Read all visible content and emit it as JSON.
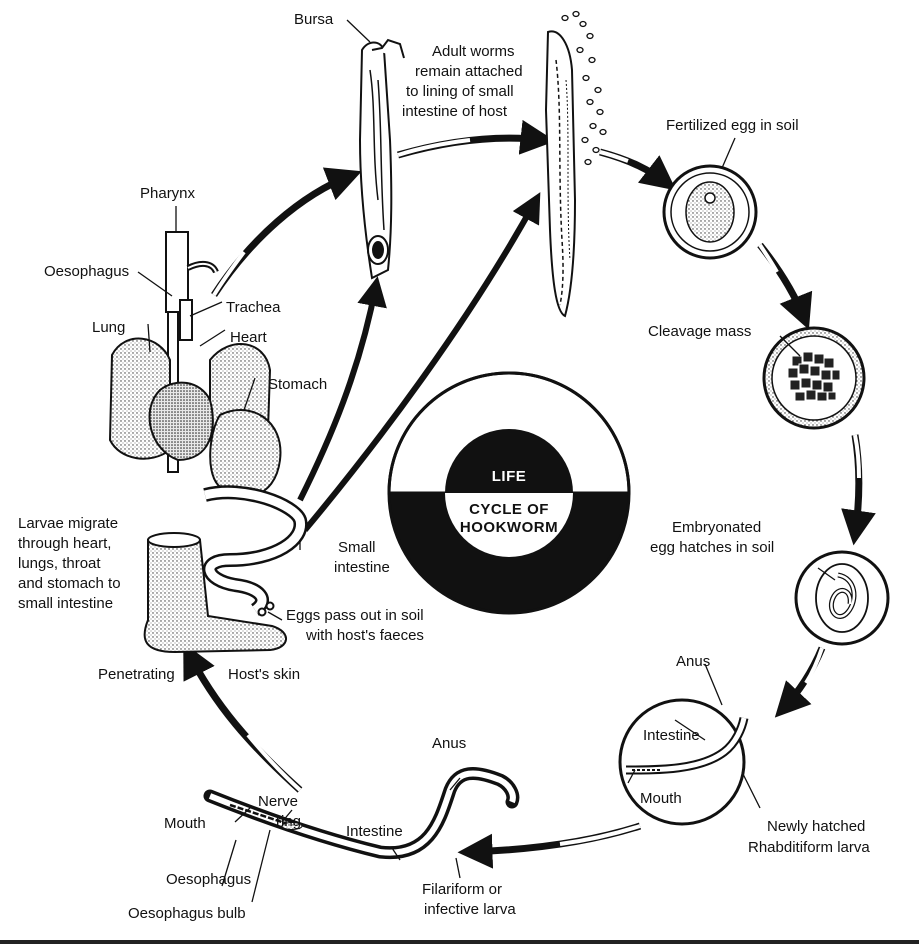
{
  "center": {
    "top_word": "LIFE",
    "bottom_line1": "CYCLE OF",
    "bottom_line2": "HOOKWORM"
  },
  "labels": {
    "bursa": "Bursa",
    "adult_l1": "Adult worms",
    "adult_l2": "remain attached",
    "adult_l3": "to lining of small",
    "adult_l4": "intestine of host",
    "fert_egg": "Fertilized egg in soil",
    "cleavage": "Cleavage mass",
    "embryo_l1": "Embryonated",
    "embryo_l2": "egg hatches in soil",
    "anus_right": "Anus",
    "intestine_right": "Intestine",
    "mouth_right": "Mouth",
    "newly_l1": "Newly hatched",
    "newly_l2": "Rhabditiform larva",
    "anus_bottom": "Anus",
    "mouth_bottom": "Mouth",
    "nerve_l1": "Nerve",
    "nerve_l2": "ring",
    "intestine_bottom": "Intestine",
    "oesophagus_bottom": "Oesophagus",
    "oes_bulb": "Oesophagus bulb",
    "filari_l1": "Filariform or",
    "filari_l2": "infective larva",
    "penetrating": "Penetrating",
    "hosts_skin": "Host's skin",
    "larvae_l1": "Larvae migrate",
    "larvae_l2": "through heart,",
    "larvae_l3": "lungs, throat",
    "larvae_l4": "and stomach to",
    "larvae_l5": "small intestine",
    "eggs_l1": "Eggs pass out in soil",
    "eggs_l2": "with host's faeces",
    "small_int_l1": "Small",
    "small_int_l2": "intestine",
    "stomach": "Stomach",
    "heart": "Heart",
    "lung": "Lung",
    "trachea": "Trachea",
    "oesophagus_left": "Oesophagus",
    "pharynx": "Pharynx"
  }
}
